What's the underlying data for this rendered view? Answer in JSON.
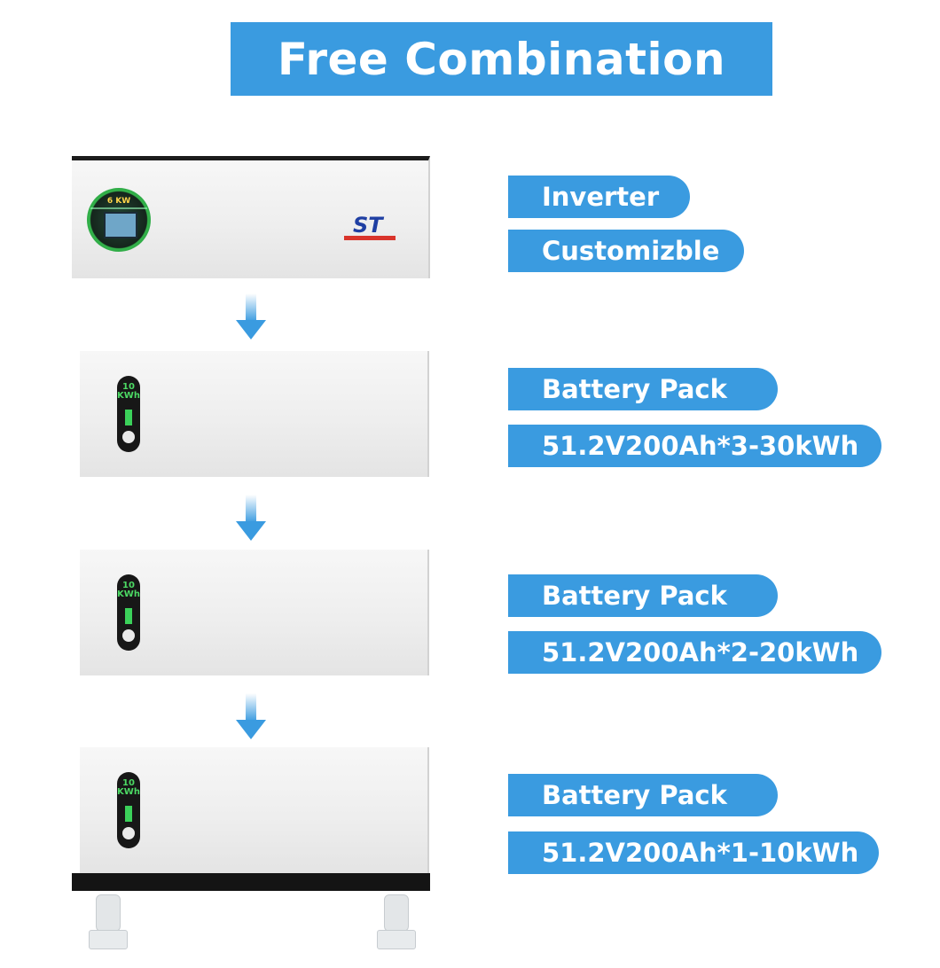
{
  "title": "Free Combination",
  "inverter": {
    "pill_1": "Inverter",
    "pill_2": "Customizble",
    "display_kw": "6 KW",
    "logo_text": "ST"
  },
  "batteries": [
    {
      "label": "Battery Pack",
      "spec": "51.2V200Ah*3-30kWh",
      "module_label": "10 KWh"
    },
    {
      "label": "Battery Pack",
      "spec": "51.2V200Ah*2-20kWh",
      "module_label": "10 KWh"
    },
    {
      "label": "Battery Pack",
      "spec": "51.2V200Ah*1-10kWh",
      "module_label": "10 KWh"
    }
  ],
  "colors": {
    "accent": "#3a9be0",
    "arrow": "#3a9be0"
  },
  "icons": {
    "arrow": "arrow-down-icon"
  }
}
